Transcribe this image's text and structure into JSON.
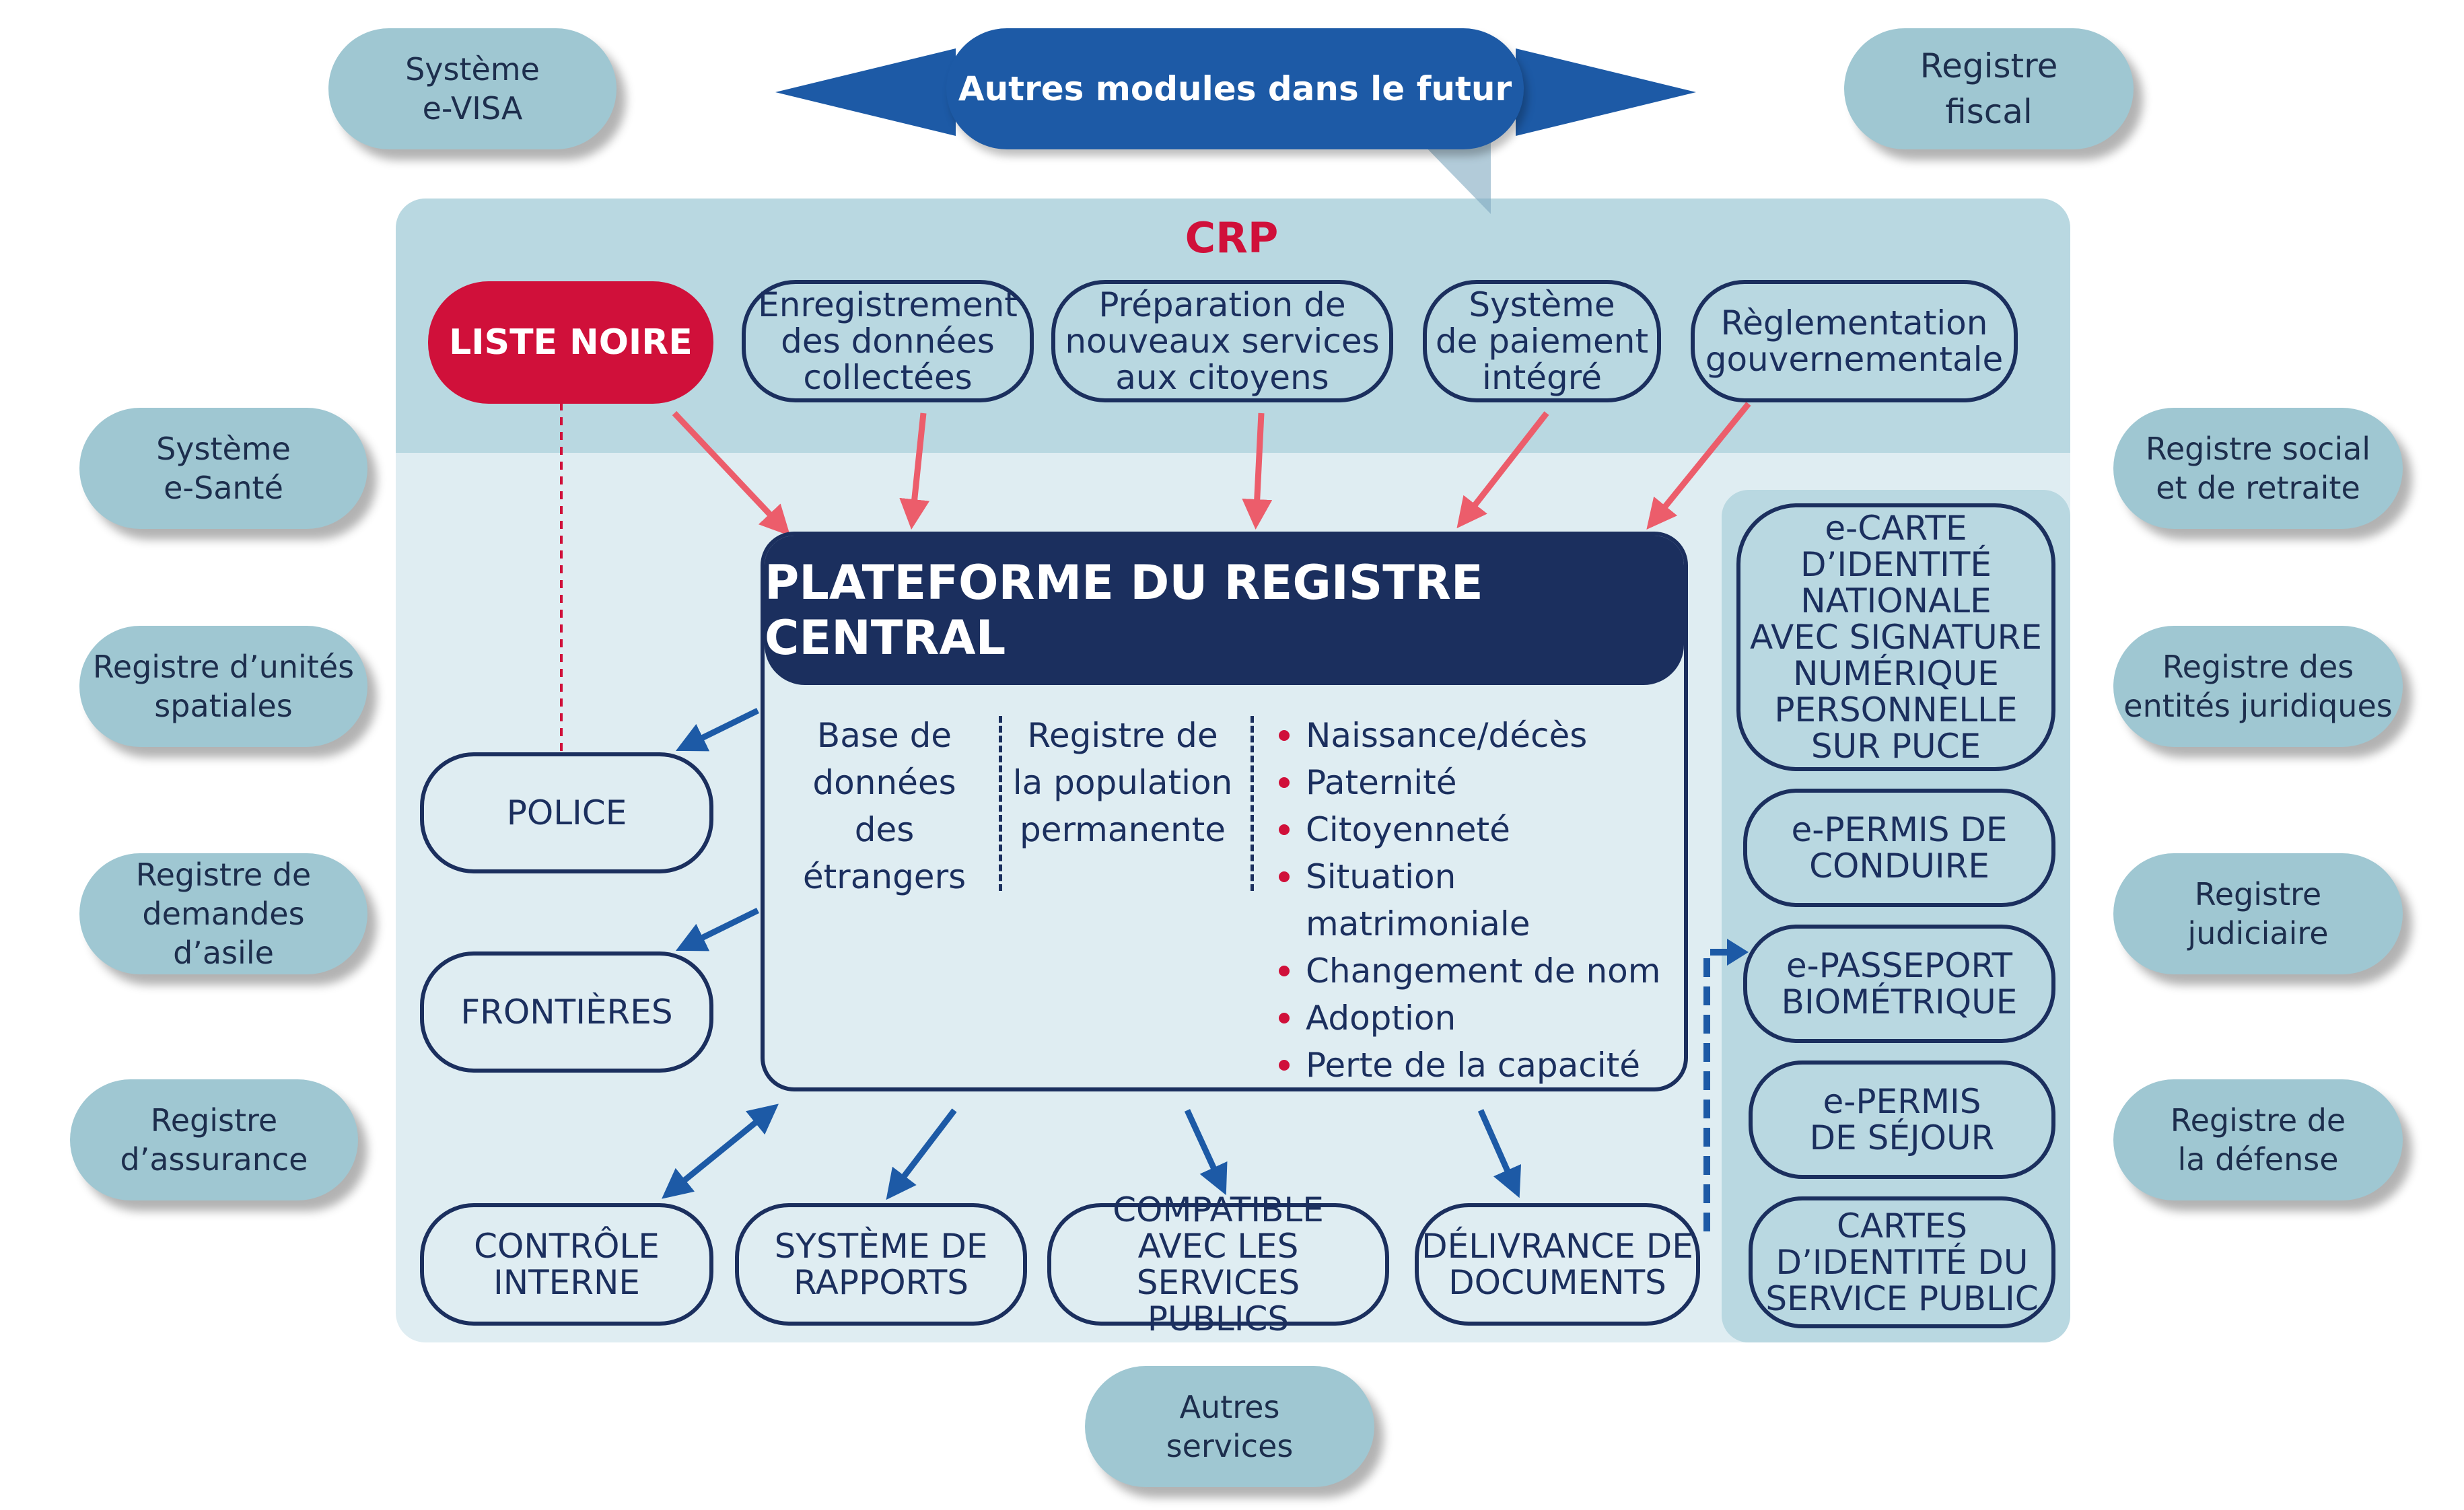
{
  "colors": {
    "navy": "#1b2f5e",
    "red": "#d0103a",
    "panel_light": "#dfedf2",
    "panel_mid": "#b9d8e1",
    "external": "#9fc7d2",
    "arrow_red": "#ec5d6b",
    "arrow_blue": "#1d5aa6"
  },
  "top_banner": {
    "label": "Autres modules dans le futur"
  },
  "crp": {
    "title": "CRP",
    "blacklist": "LISTE NOIRE",
    "modules": [
      "Enregistrement\ndes données\ncollectées",
      "Préparation de\nnouveaux services\naux citoyens",
      "Système\nde paiement\nintégré",
      "Règlementation\ngouvernementale"
    ]
  },
  "platform": {
    "title": "PLATEFORME DU REGISTRE CENTRAL",
    "columns": [
      "Base de\ndonnées\ndes\nétrangers",
      "Registre de\nla population\npermanente"
    ],
    "events": [
      "Naissance/décès",
      "Paternité",
      "Citoyenneté",
      "Situation matrimoniale",
      "Changement de nom",
      "Adoption",
      "Perte de la capacité\njuridique"
    ]
  },
  "left_services": [
    "POLICE",
    "FRONTIÈRES"
  ],
  "bottom_services": [
    "CONTRÔLE\nINTERNE",
    "SYSTÈME DE\nRAPPORTS",
    "COMPATIBLE\nAVEC LES SERVICES\nPUBLICS",
    "DÉLIVRANCE DE\nDOCUMENTS"
  ],
  "documents": [
    "e-CARTE\nD’IDENTITÉ\nNATIONALE\nAVEC SIGNATURE\nNUMÉRIQUE\nPERSONNELLE\nSUR PUCE",
    "e-PERMIS DE\nCONDUIRE",
    "e-PASSEPORT\nBIOMÉTRIQUE",
    "e-PERMIS\nDE SÉJOUR",
    "CARTES\nD’IDENTITÉ DU\nSERVICE PUBLIC"
  ],
  "external_systems": {
    "left": [
      "Système\ne-VISA",
      "Système\ne-Santé",
      "Registre d’unités\nspatiales",
      "Registre de\ndemandes\nd’asile",
      "Registre\nd’assurance"
    ],
    "right": [
      "Registre\nfiscal",
      "Registre social\net de retraite",
      "Registre des\nentités juridiques",
      "Registre\njudiciaire",
      "Registre de\nla défense"
    ],
    "bottom": "Autres\nservices"
  }
}
